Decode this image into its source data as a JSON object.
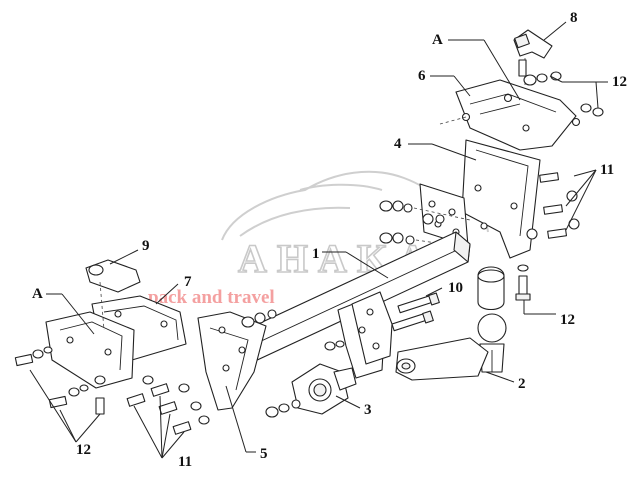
{
  "watermark": {
    "brand": "AHAKA",
    "tagline": "pack and travel"
  },
  "callouts": {
    "n1": "1",
    "n2": "2",
    "n3": "3",
    "n4": "4",
    "n5": "5",
    "n6": "6",
    "n7": "7",
    "n8": "8",
    "n9": "9",
    "n10": "10",
    "n11_right": "11",
    "n11_left": "11",
    "n12_top": "12",
    "n12_bottom_right": "12",
    "n12_left": "12",
    "a_top": "A",
    "a_left": "A"
  },
  "colors": {
    "line": "#222222",
    "watermark_logo": "#c9c9c9",
    "watermark_tagline": "#f4a0a0"
  }
}
